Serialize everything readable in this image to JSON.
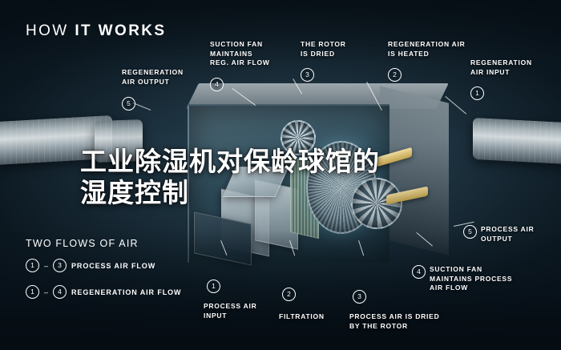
{
  "header": {
    "title_light": "HOW ",
    "title_bold": "IT WORKS",
    "title_full": "HOW IT WORKS"
  },
  "overlay": {
    "line1": "工业除湿机对保龄球馆的",
    "line2": "湿度控制"
  },
  "callouts": [
    {
      "id": "regeneration-air-output",
      "number": "5",
      "text": "REGENERATION\nAIR OUTPUT"
    },
    {
      "id": "suction-fan-maintains-reg-air-flow",
      "number": "4",
      "text": "SUCTION FAN\nMAINTAINS\nREG. AIR FLOW"
    },
    {
      "id": "the-rotor-is-dried",
      "number": "3",
      "text": "THE ROTOR\nIS DRIED"
    },
    {
      "id": "regeneration-air-is-heated",
      "number": "2",
      "text": "REGENERATION AIR\nIS HEATED"
    },
    {
      "id": "regeneration-air-input",
      "number": "1",
      "text": "REGENERATION\nAIR INPUT"
    },
    {
      "id": "process-air-output",
      "number": "5",
      "text": "PROCESS AIR\nOUTPUT"
    },
    {
      "id": "suction-fan-maintains-process-air-flow",
      "number": "4",
      "text": "SUCTION FAN\nMAINTAINS PROCESS\nAIR FLOW"
    },
    {
      "id": "process-air-is-dried-by-the-rotor",
      "number": "3",
      "text": "PROCESS AIR IS DRIED\nBY THE ROTOR"
    },
    {
      "id": "filtration",
      "number": "2",
      "text": "FILTRATION"
    },
    {
      "id": "process-air-input",
      "number": "1",
      "text": "PROCESS AIR\nINPUT"
    }
  ],
  "legend": {
    "title": "TWO FLOWS OF AIR",
    "rows": [
      {
        "from": "1",
        "dash": "–",
        "to": "3",
        "label": "PROCESS AIR FLOW"
      },
      {
        "from": "1",
        "dash": "–",
        "to": "4",
        "label": "REGENERATION AIR FLOW"
      }
    ]
  },
  "colors": {
    "text": "#ffffff",
    "panel_light": "#d7e4e9",
    "body_blue": "#31505f",
    "accent_yellow": "#e2c86a"
  }
}
